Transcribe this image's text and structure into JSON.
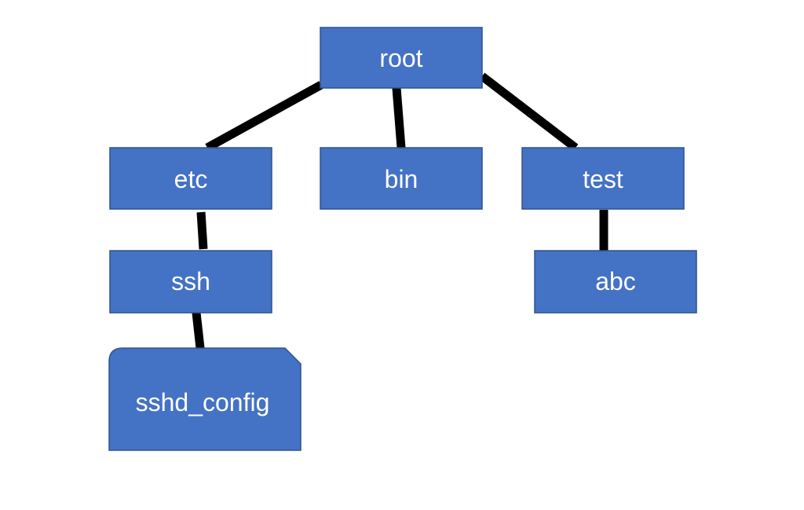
{
  "diagram": {
    "type": "directory-tree",
    "colors": {
      "node_fill": "#4472c4",
      "node_border": "#2f528f",
      "label": "#ffffff",
      "edge": "#000000"
    },
    "nodes": {
      "root": {
        "label": "root",
        "kind": "folder"
      },
      "etc": {
        "label": "etc",
        "kind": "folder"
      },
      "bin": {
        "label": "bin",
        "kind": "folder"
      },
      "test": {
        "label": "test",
        "kind": "folder"
      },
      "ssh": {
        "label": "ssh",
        "kind": "folder"
      },
      "abc": {
        "label": "abc",
        "kind": "folder"
      },
      "sshd_config": {
        "label": "sshd_config",
        "kind": "file"
      }
    },
    "edges": [
      {
        "from": "root",
        "to": "etc"
      },
      {
        "from": "root",
        "to": "bin"
      },
      {
        "from": "root",
        "to": "test"
      },
      {
        "from": "etc",
        "to": "ssh"
      },
      {
        "from": "ssh",
        "to": "sshd_config"
      },
      {
        "from": "test",
        "to": "abc"
      }
    ]
  }
}
